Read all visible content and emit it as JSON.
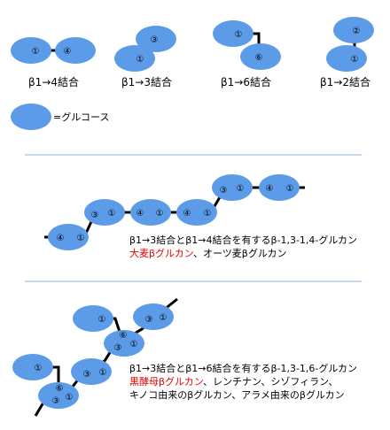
{
  "colors": {
    "glucose": "#5b9be8",
    "link": "#000000",
    "divider": "#8cb4e0",
    "highlight": "#e60000"
  },
  "linkage_types": [
    {
      "label": "β1→4結合",
      "a": "①",
      "b": "④"
    },
    {
      "label": "β1→3結合",
      "a": "①",
      "b": "③"
    },
    {
      "label": "β1→6結合",
      "a": "①",
      "b": "⑥"
    },
    {
      "label": "β1→2結合",
      "a": "①",
      "b": "②"
    }
  ],
  "legend": {
    "text": "=グルコース"
  },
  "section1": {
    "line1": "β1→3結合とβ1→4結合を有するβ-1,3-1,4-グルカン",
    "highlight": "大麦βグルカン",
    "rest": "、オーツ麦βグルカン"
  },
  "section2": {
    "line1": "β1→3結合とβ1→6結合を有するβ-1,3-1,6-グルカン",
    "highlight": "黒酵母βグルカン",
    "rest": "、レンチナン、シゾフィラン、",
    "line3": "キノコ由来のβグルカン、アラメ由来のβグルカン"
  }
}
